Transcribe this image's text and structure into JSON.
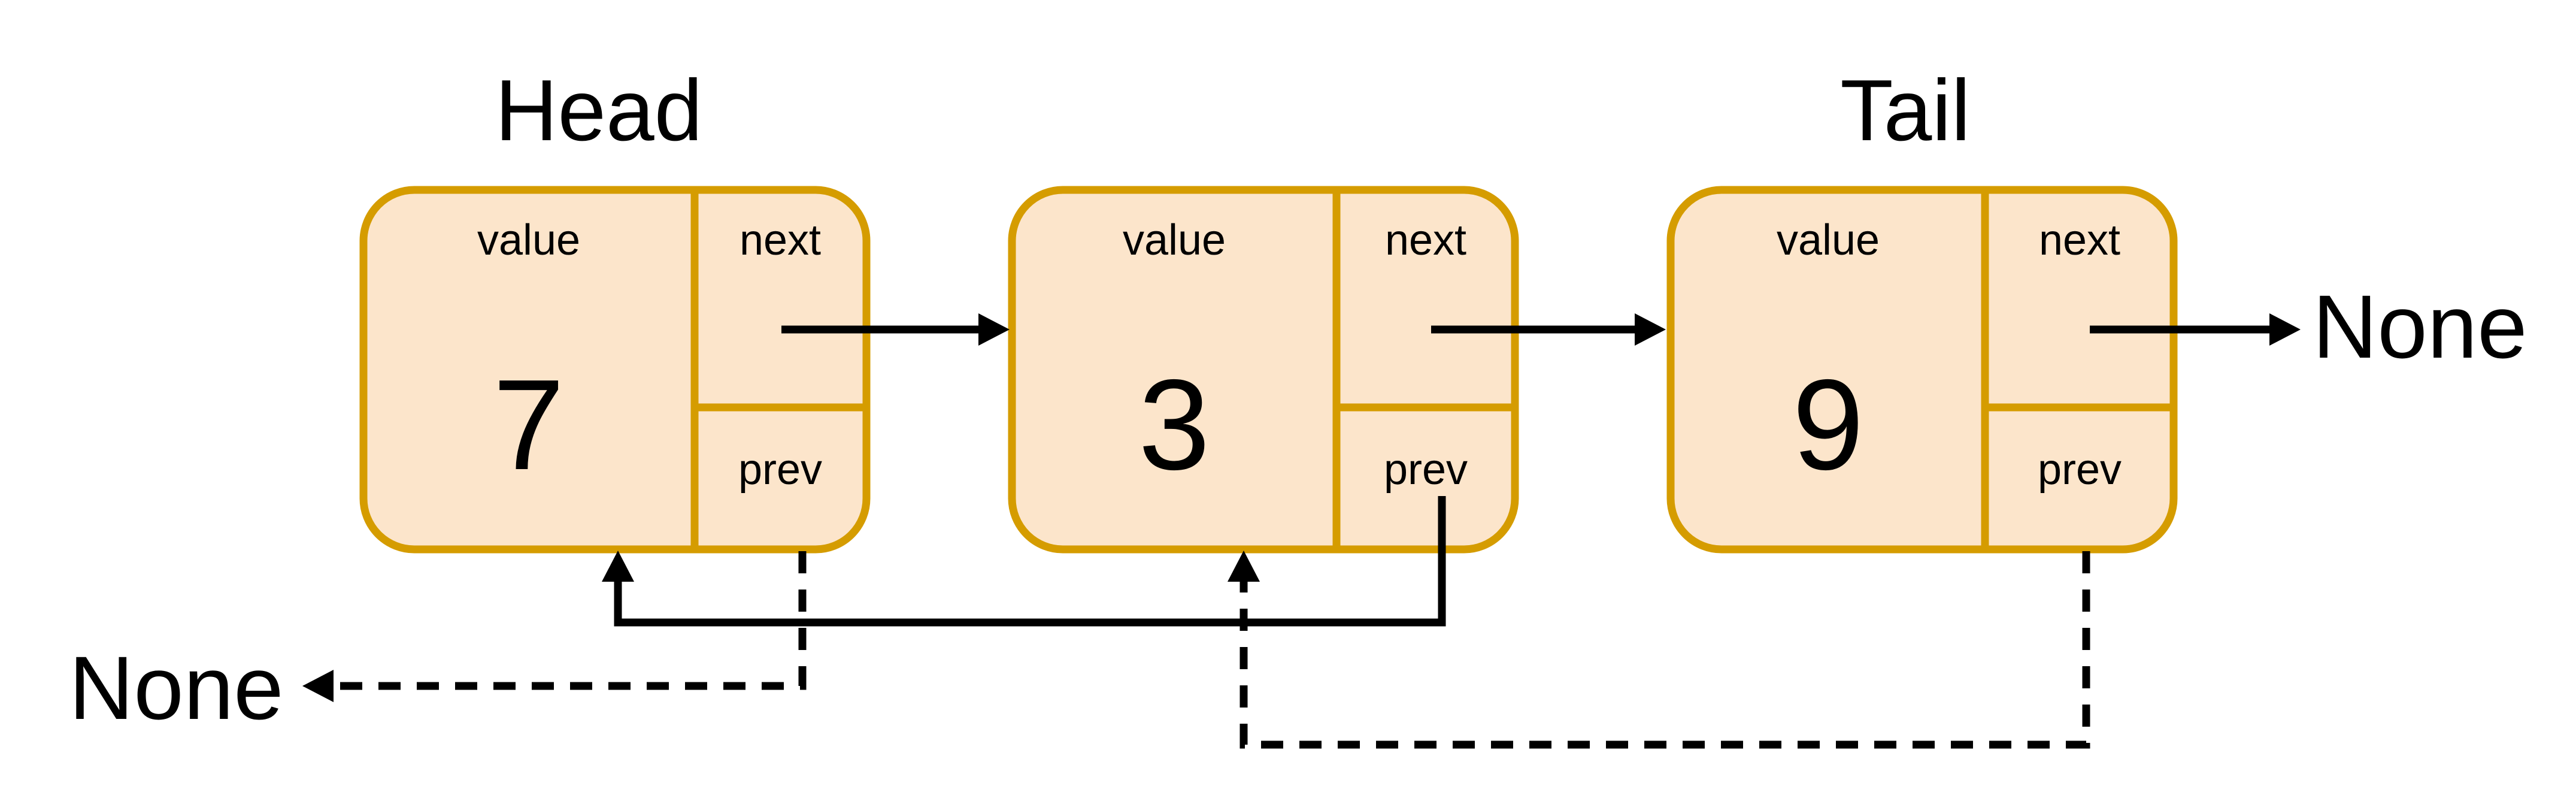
{
  "diagram_type": "doubly-linked-list",
  "labels": {
    "head": "Head",
    "tail": "Tail",
    "none_left": "None",
    "none_right": "None"
  },
  "nodes": [
    {
      "value": "7",
      "field_value": "value",
      "field_next": "next",
      "field_prev": "prev"
    },
    {
      "value": "3",
      "field_value": "value",
      "field_next": "next",
      "field_prev": "prev"
    },
    {
      "value": "9",
      "field_value": "value",
      "field_next": "next",
      "field_prev": "prev"
    }
  ],
  "colors": {
    "node_fill": "#FCE5CB",
    "node_stroke": "#D59C00",
    "label_purple": "#6A1EC8",
    "pointer_black": "#000000"
  }
}
